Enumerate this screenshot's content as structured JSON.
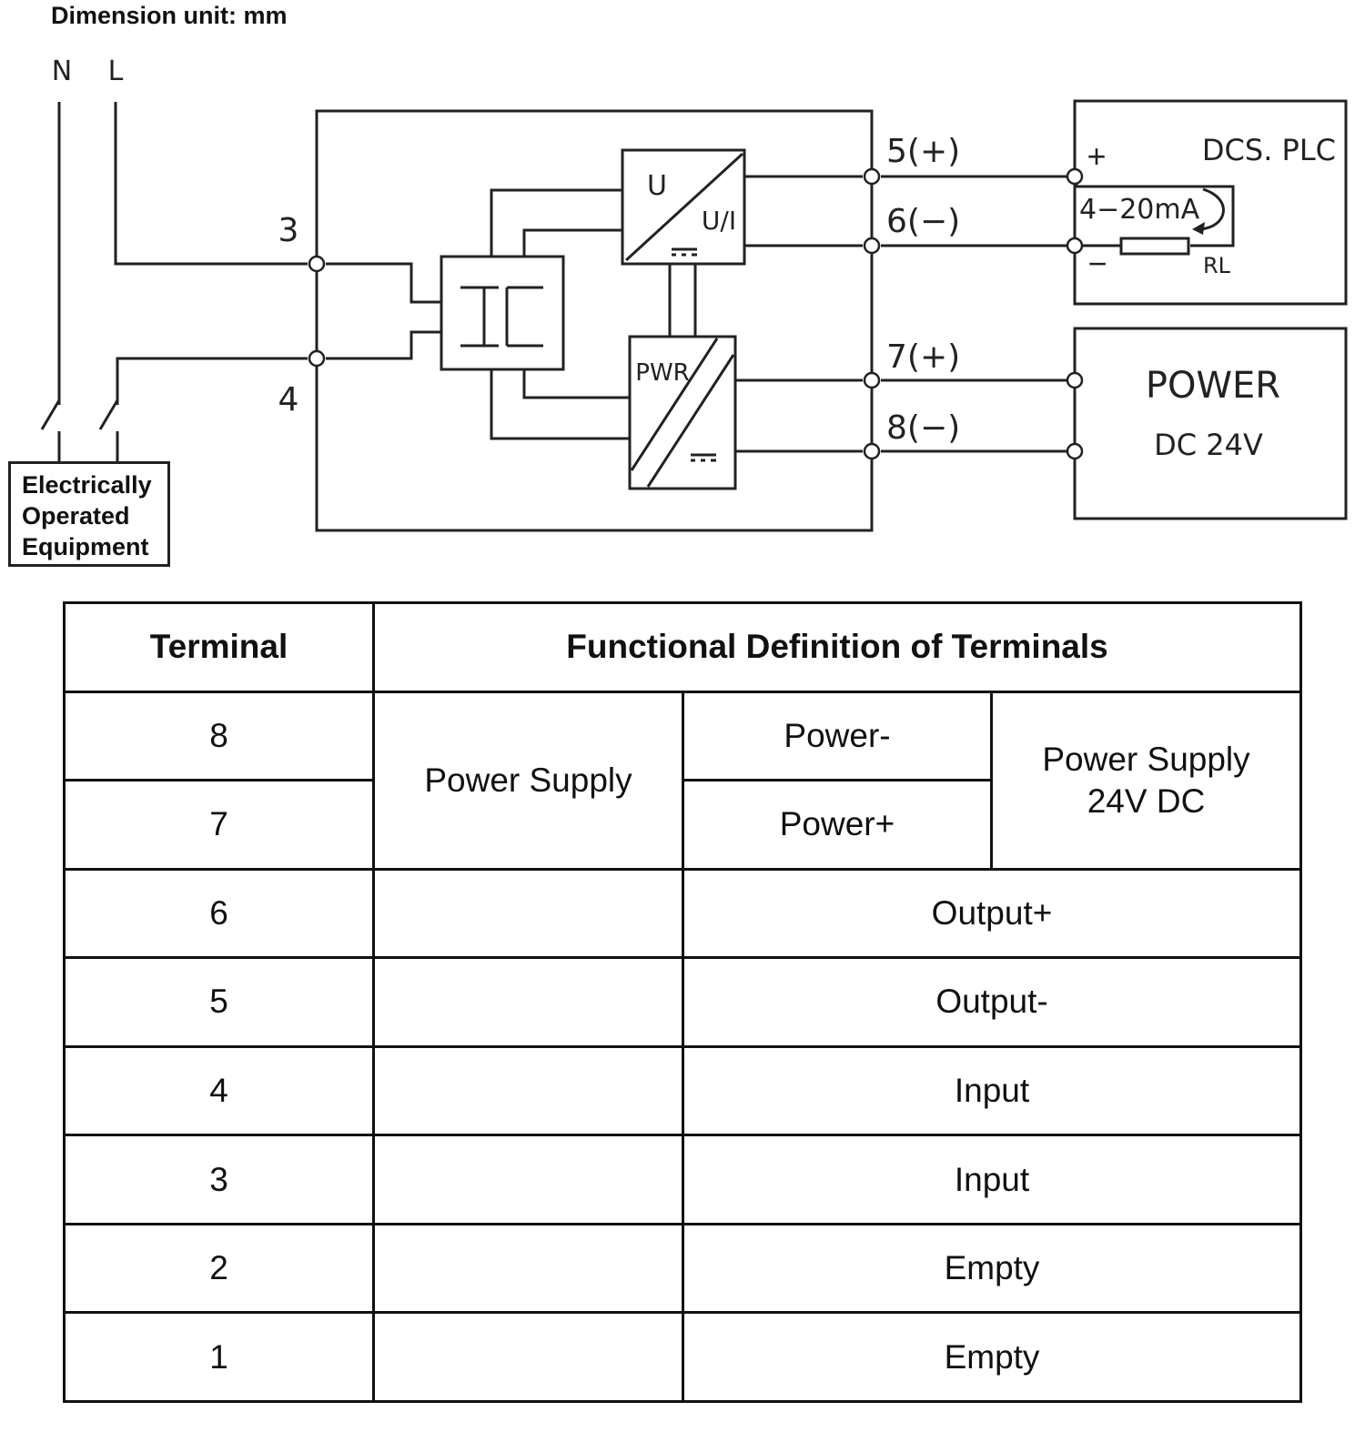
{
  "heading": "Dimension unit: mm",
  "diagram": {
    "mains_labels": [
      "N",
      "L"
    ],
    "equipment_label_lines": [
      "Electrically",
      "Operated",
      "Equipment"
    ],
    "input_terminals": [
      "3",
      "4"
    ],
    "output_terminals": [
      "5(+)",
      "6(−)",
      "7(+)",
      "8(−)"
    ],
    "converter_labels": {
      "top_left": "U",
      "bottom_right": "U/I"
    },
    "pwr_label": "PWR",
    "dcs_box": {
      "title": "DCS. PLC",
      "plus": "+",
      "minus": "−",
      "signal": "4−20mA",
      "load": "RL"
    },
    "power_box": {
      "title": "POWER",
      "subtitle": "DC 24V"
    }
  },
  "table": {
    "header": {
      "terminal": "Terminal",
      "definition": "Functional Definition of Terminals"
    },
    "power_group": {
      "label": "Power Supply",
      "rows": [
        {
          "terminal": "8",
          "function": "Power-"
        },
        {
          "terminal": "7",
          "function": "Power+"
        }
      ],
      "note_lines": [
        "Power Supply",
        "24V DC"
      ]
    },
    "rows": [
      {
        "terminal": "6",
        "function": "Output+"
      },
      {
        "terminal": "5",
        "function": "Output-"
      },
      {
        "terminal": "4",
        "function": "Input"
      },
      {
        "terminal": "3",
        "function": "Input"
      },
      {
        "terminal": "2",
        "function": "Empty"
      },
      {
        "terminal": "1",
        "function": "Empty"
      }
    ]
  }
}
